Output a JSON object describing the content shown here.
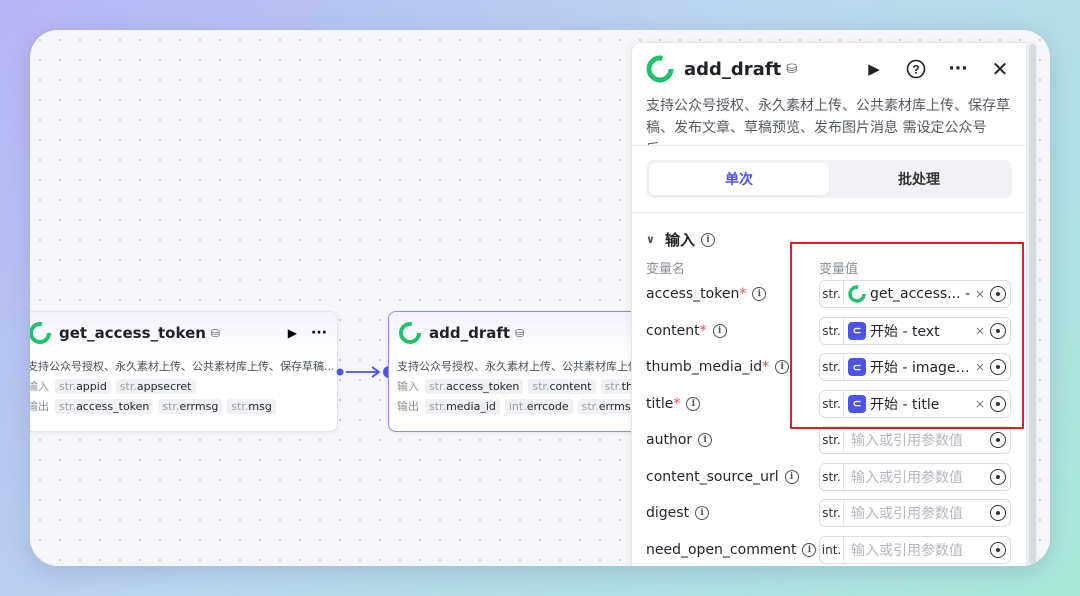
{
  "node1": {
    "title": "get_access_token",
    "desc": "支持公众号授权、永久素材上传、公共素材库上传、保存草稿...",
    "input_label": "输入",
    "output_label": "输出",
    "inputs": [
      {
        "type": "str.",
        "name": "appid"
      },
      {
        "type": "str.",
        "name": "appsecret"
      }
    ],
    "outputs": [
      {
        "type": "str.",
        "name": "access_token"
      },
      {
        "type": "str.",
        "name": "errmsg"
      },
      {
        "type": "str.",
        "name": "msg"
      }
    ]
  },
  "node2": {
    "title": "add_draft",
    "desc": "支持公众号授权、永久素材上传、公共素材库上传、保存草稿",
    "input_label": "输入",
    "output_label": "输出",
    "inputs": [
      {
        "type": "str.",
        "name": "access_token"
      },
      {
        "type": "str.",
        "name": "content"
      },
      {
        "type": "str.",
        "name": "thum"
      }
    ],
    "outputs": [
      {
        "type": "str.",
        "name": "media_id"
      },
      {
        "type": "int.",
        "name": "errcode"
      },
      {
        "type": "str.",
        "name": "errmsg"
      }
    ]
  },
  "panel": {
    "title": "add_draft",
    "desc": "支持公众号授权、永久素材上传、公共素材库上传、保存草稿、发布文章、草稿预览、发布图片消息 需设定公众号后…",
    "tabs": [
      "单次",
      "批处理"
    ],
    "section": "输入",
    "col_name": "变量名",
    "col_value": "变量值",
    "rows": [
      {
        "name": "access_token",
        "required": "*",
        "type": "str.",
        "ref_icon": "plugin-logo",
        "value": "get_access... - ",
        "placeholder": ""
      },
      {
        "name": "content",
        "required": "*",
        "type": "str.",
        "ref_icon": "start-node",
        "value": "开始 - text",
        "placeholder": ""
      },
      {
        "name": "thumb_media_id",
        "required": "*",
        "type": "str.",
        "ref_icon": "start-node",
        "value": "开始 - image_...",
        "placeholder": ""
      },
      {
        "name": "title",
        "required": "*",
        "type": "str.",
        "ref_icon": "start-node",
        "value": "开始 - title",
        "placeholder": ""
      },
      {
        "name": "author",
        "required": "",
        "type": "str.",
        "value": "",
        "placeholder": "输入或引用参数值"
      },
      {
        "name": "content_source_url",
        "required": "",
        "type": "str.",
        "value": "",
        "placeholder": "输入或引用参数值"
      },
      {
        "name": "digest",
        "required": "",
        "type": "str.",
        "value": "",
        "placeholder": "输入或引用参数值"
      },
      {
        "name": "need_open_comment",
        "required": "",
        "type": "int.",
        "value": "",
        "placeholder": "输入或引用参数值"
      }
    ]
  },
  "colors": {
    "accent": "#4d53e8",
    "logo_green": "#21c06a",
    "highlight": "#e02020"
  }
}
